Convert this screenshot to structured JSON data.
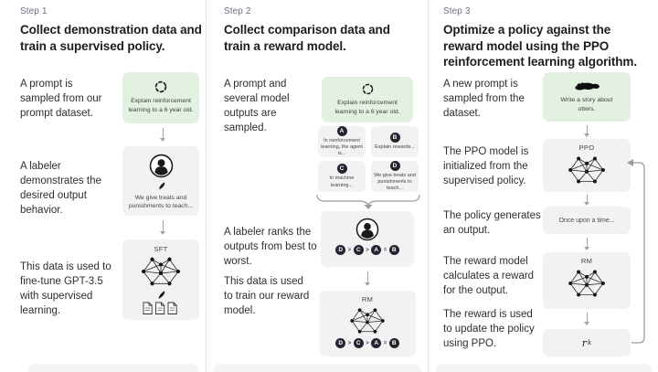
{
  "steps": {
    "s1": {
      "label": "Step 1",
      "title": "Collect demonstration data and train a supervised policy.",
      "cap1": "A prompt is sampled from our prompt dataset.",
      "cap2": "A labeler demonstrates the desired output behavior.",
      "cap3": "This data is used to fine-tune GPT-3.5 with supervised learning.",
      "prompt": "Explain reinforcement learning to a 6 year old.",
      "labeler_note": "We give treats and punishments to teach...",
      "model_label": "SFT"
    },
    "s2": {
      "label": "Step 2",
      "title": "Collect comparison data and train a reward model.",
      "cap1": "A prompt and several model outputs are sampled.",
      "cap2": "A labeler ranks the outputs from best to worst.",
      "cap3": "This data is used to train our reward model.",
      "prompt": "Explain reinforcement learning to a 6 year old.",
      "samples": [
        {
          "id": "A",
          "text": "In reinforcement learning, the agent is..."
        },
        {
          "id": "B",
          "text": "Explain rewards..."
        },
        {
          "id": "C",
          "text": "In machine learning..."
        },
        {
          "id": "D",
          "text": "We give treats and punishments to teach..."
        }
      ],
      "ranking": {
        "letters": [
          "D",
          "C",
          "A",
          "B"
        ],
        "separators": [
          ">",
          ">",
          "="
        ]
      },
      "model_label": "RM"
    },
    "s3": {
      "label": "Step 3",
      "title": "Optimize a policy against the reward model using the PPO reinforcement learning algorithm.",
      "cap1": "A new prompt is sampled from the dataset.",
      "cap2": "The PPO model is initialized from the supervised policy.",
      "cap3": "The policy generates an output.",
      "cap4": "The reward model calculates a reward for the output.",
      "cap5": "The reward is used to update the policy using PPO.",
      "prompt": "Write a story about otters.",
      "ppo_label": "PPO",
      "output_text": "Once upon a time...",
      "rm_label": "RM",
      "reward_var": "r",
      "reward_sub": "k"
    }
  },
  "icons": {
    "sampling-icon": "dashed circle",
    "otter-icon": "otter silhouette",
    "labeler-icon": "person in circle",
    "pen-icon": "writing pen",
    "network-icon": "neural network graph",
    "documents-icon": "three documents",
    "brace-icon": "curly brace pointing down",
    "arrow-down-icon": "gray down arrow",
    "feedback-loop-arrow": "loop arrow from reward back to PPO model"
  },
  "colors": {
    "background": "#ffffff",
    "green_box": "#e3f2e0",
    "gray_box": "#f2f2f2",
    "chip": "#f5f5f5",
    "dark_circle": "#222430",
    "arrow": "#a3a3a3",
    "divider": "#e7e7e7",
    "heading_text": "#1d1d20",
    "caption_text": "#2e2e33",
    "step_text": "#6e6e80"
  }
}
